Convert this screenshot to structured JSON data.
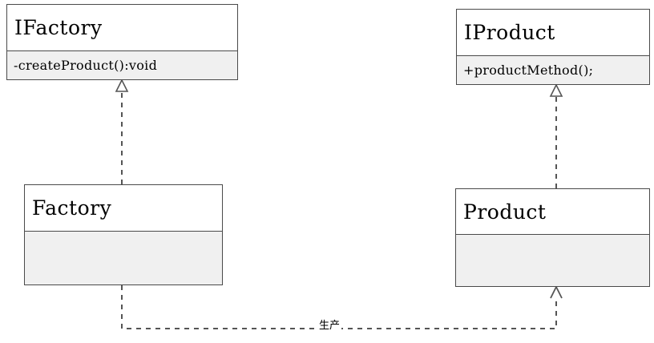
{
  "diagram": {
    "title": "Factory Method UML class diagram",
    "type": "uml-class-diagram",
    "background_color": "#ffffff",
    "border_color": "#4a4a4a",
    "member_compartment_color": "#f0f0f0",
    "name_compartment_color": "#ffffff",
    "line_color": "#555555"
  },
  "classes": [
    {
      "id": "ifactory",
      "name": "IFactory",
      "stereotype": "interface",
      "members": [
        "-createProduct():void"
      ]
    },
    {
      "id": "iproduct",
      "name": "IProduct",
      "stereotype": "interface",
      "members": [
        "+productMethod();"
      ]
    },
    {
      "id": "factory",
      "name": "Factory",
      "stereotype": "class",
      "members": [
        ""
      ]
    },
    {
      "id": "product",
      "name": "Product",
      "stereotype": "class",
      "members": [
        ""
      ]
    }
  ],
  "relationships": [
    {
      "id": "factory-realizes-ifactory",
      "kind": "realization",
      "from": "Factory",
      "to": "IFactory",
      "line_style": "dashed",
      "arrowhead": "hollow-triangle",
      "label": ""
    },
    {
      "id": "product-realizes-iproduct",
      "kind": "realization",
      "from": "Product",
      "to": "IProduct",
      "line_style": "dashed",
      "arrowhead": "hollow-triangle",
      "label": ""
    },
    {
      "id": "factory-depends-product",
      "kind": "dependency",
      "from": "Factory",
      "to": "Product",
      "line_style": "dashed",
      "arrowhead": "open",
      "label": "生产"
    }
  ]
}
